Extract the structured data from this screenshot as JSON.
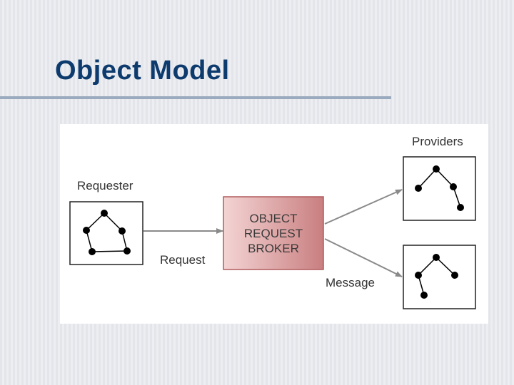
{
  "slide": {
    "title": "Object Model"
  },
  "diagram": {
    "labels": {
      "requester": "Requester",
      "providers": "Providers",
      "request": "Request",
      "message": "Message"
    },
    "broker_text": "OBJECT\nREQUEST\nBROKER"
  }
}
